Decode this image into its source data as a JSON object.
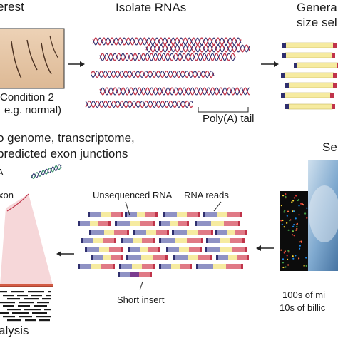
{
  "top_row": {
    "interest_partial": "erest",
    "condition_line1": "Condition 2",
    "condition_line2": "e.g. normal)",
    "isolate": "Isolate RNAs",
    "polyA": "Poly(A) tail",
    "generate_line1": "Genera",
    "generate_line2": "size sel"
  },
  "mid_row": {
    "map_line1": "o genome, transcriptome,",
    "map_line2": "predicted exon junctions",
    "seq_partial": "Se"
  },
  "bottom_row": {
    "a_partial": "A",
    "exon_partial": "xon",
    "unsequenced": "Unsequenced RNA",
    "rna_reads": "RNA reads",
    "short_insert": "Short insert",
    "count_line1": "100s of mi",
    "count_line2": "10s of billic",
    "analysis_partial": "alysis"
  },
  "colors": {
    "rna_red": "#c0344a",
    "rna_navy": "#2f2f6e",
    "insert_yellow": "#f6eba0",
    "read_blue": "#8f92c4",
    "read_pink": "#e07a86",
    "tissue": "#e6c7a8",
    "arrow": "#222222"
  },
  "icons": [
    "arrow-right-icon",
    "arrow-left-icon"
  ]
}
